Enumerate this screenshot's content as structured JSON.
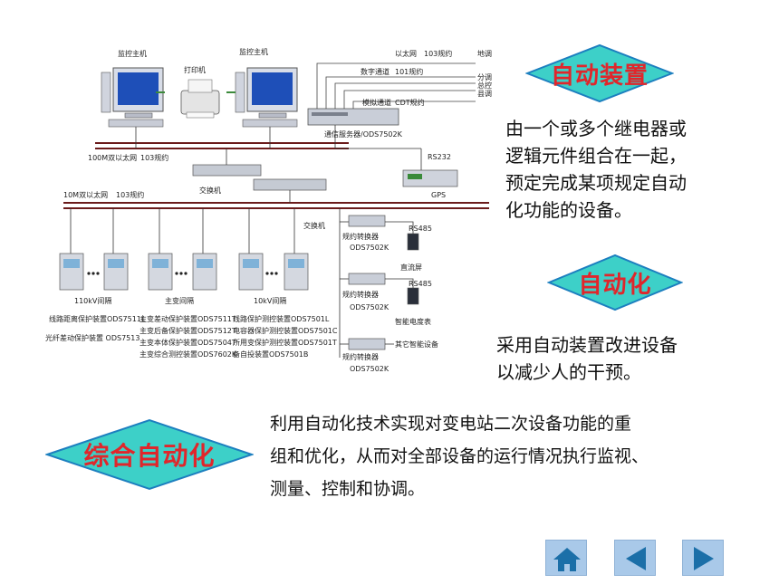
{
  "colors": {
    "diamond_fill": "#3dd0c8",
    "diamond_stroke": "#1c7fbf",
    "keyword_text": "#e0262b",
    "nav_button": "#a9c9e9",
    "nav_arrow": "#1b6fa8"
  },
  "diagram": {
    "host_left": "监控主机",
    "host_right": "监控主机",
    "printer": "打印机",
    "eth_top": "以太网",
    "proto_103_top": "103规约",
    "dispatch": "地调",
    "digital_channel": "数字通道",
    "proto_101": "101规约",
    "branch_dispatch": "分调",
    "control_center": "总控",
    "county_dispatch": "县调",
    "analog_channel": "模拟通道",
    "proto_cdt": "CDT规约",
    "comm_server": "通信服务器/ODS7502K",
    "bus_top_label": "100M双以太网",
    "bus_top_proto": "103规约",
    "switch_top": "交换机",
    "rs232": "RS232",
    "gps": "GPS",
    "bus_low_label": "10M双以太网",
    "bus_low_proto": "103规约",
    "switch_low": "交换机",
    "conv1": "规约转换器",
    "conv1_model": "ODS7502K",
    "rs485_1": "RS485",
    "dc_screen": "直流屏",
    "conv2": "规约转换器",
    "conv2_model": "ODS7502K",
    "rs485_2": "RS485",
    "smart_meter": "智能电度表",
    "conv3": "规约转换器",
    "conv3_model": "ODS7502K",
    "other_devices": "其它智能设备",
    "bay_110": "110kV间隔",
    "bay_main": "主变间隔",
    "bay_10": "10kV间隔",
    "col1_line1": "线路距离保护装置ODS7511L",
    "col1_line2": "光纤差动保护装置 ODS7513",
    "col2_line1": "主变差动保护装置ODS7511T",
    "col2_line2": "主变后备保护装置ODS7512T",
    "col2_line3": "主变本体保护装置ODS7504T",
    "col2_line4": "主变综合测控装置ODS7602K",
    "col3_line1": "线路保护测控装置ODS7501L",
    "col3_line2": "电容器保护测控装置ODS7501C",
    "col3_line3": "所用变保护测控装置ODS7501T",
    "col3_line4": "备自投装置ODS7501B"
  },
  "keywords": {
    "auto_device": "自动装置",
    "automation": "自动化",
    "integrated_automation": "综合自动化"
  },
  "definitions": {
    "auto_device": [
      "由一个或多个继电器或",
      "逻辑元件组合在一起，",
      "预定完成某项规定自动",
      "化功能的设备。"
    ],
    "automation": [
      "采用自动装置改进设备",
      "以减少人的干预。"
    ],
    "integrated_automation": [
      "利用自动化技术实现对变电站二次设备功能的重",
      "组和优化，从而对全部设备的运行情况执行监视、",
      "测量、控制和协调。"
    ]
  },
  "nav": {
    "home_icon": "home-icon",
    "prev_icon": "arrow-left-icon",
    "next_icon": "arrow-right-icon"
  }
}
